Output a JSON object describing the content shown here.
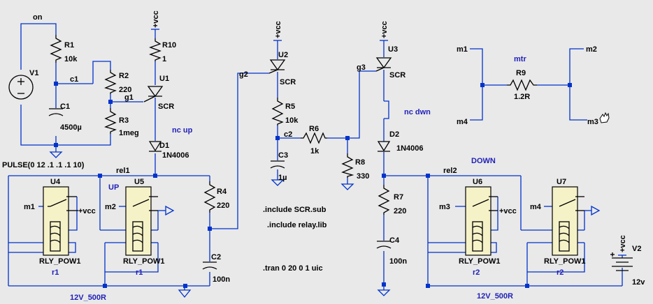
{
  "nets": {
    "on": "on",
    "c1": "c1",
    "g1": "g1",
    "g2": "g2",
    "g3": "g3",
    "c2": "c2",
    "rel1": "rel1",
    "rel2": "rel2",
    "m1": "m1",
    "m2": "m2",
    "m3": "m3",
    "m4": "m4",
    "vcc": "+vcc",
    "mtr": "mtr"
  },
  "components": {
    "V1": {
      "name": "V1",
      "value": "PULSE(0 12 .1 .1 .1 10)"
    },
    "R1": {
      "name": "R1",
      "value": "10k"
    },
    "R2": {
      "name": "R2",
      "value": "220"
    },
    "R3": {
      "name": "R3",
      "value": "1meg"
    },
    "C1": {
      "name": "C1",
      "value": "4500µ"
    },
    "R10": {
      "name": "R10",
      "value": "1"
    },
    "U1": {
      "name": "U1",
      "value": "SCR"
    },
    "D1": {
      "name": "D1",
      "value": "1N4006"
    },
    "U2": {
      "name": "U2",
      "value": "SCR"
    },
    "R5": {
      "name": "R5",
      "value": "10k"
    },
    "C3": {
      "name": "C3",
      "value": "1µ"
    },
    "R6": {
      "name": "R6",
      "value": "1k"
    },
    "R8": {
      "name": "R8",
      "value": "330"
    },
    "U3": {
      "name": "U3",
      "value": "SCR"
    },
    "D2": {
      "name": "D2",
      "value": "1N4006"
    },
    "R7": {
      "name": "R7",
      "value": "220"
    },
    "C4": {
      "name": "C4",
      "value": "100n"
    },
    "R4": {
      "name": "R4",
      "value": "220"
    },
    "C2": {
      "name": "C2",
      "value": "100n"
    },
    "R9": {
      "name": "R9",
      "value": "1.2R"
    },
    "V2": {
      "name": "V2",
      "value": "12v"
    },
    "U4": {
      "name": "U4",
      "value": "RLY_POW1",
      "inst": "r1"
    },
    "U5": {
      "name": "U5",
      "value": "RLY_POW1",
      "inst": "r1"
    },
    "U6": {
      "name": "U6",
      "value": "RLY_POW1",
      "inst": "r2"
    },
    "U7": {
      "name": "U7",
      "value": "RLY_POW1",
      "inst": "r2"
    }
  },
  "labels": {
    "nc_up": "nc up",
    "nc_dwn": "nc dwn",
    "up": "UP",
    "down": "DOWN",
    "load_left": "12V_500R",
    "load_right": "12V_500R"
  },
  "directives": {
    "include1": ".include SCR.sub",
    "include2": ".include relay.lib",
    "tran": ".tran 0 20 0 1 uic"
  },
  "colors": {
    "wire": "#0033cc",
    "background": "#e9e9e9",
    "relay_fill": "#f5f2c8",
    "label_blue": "#1f1fb8"
  }
}
